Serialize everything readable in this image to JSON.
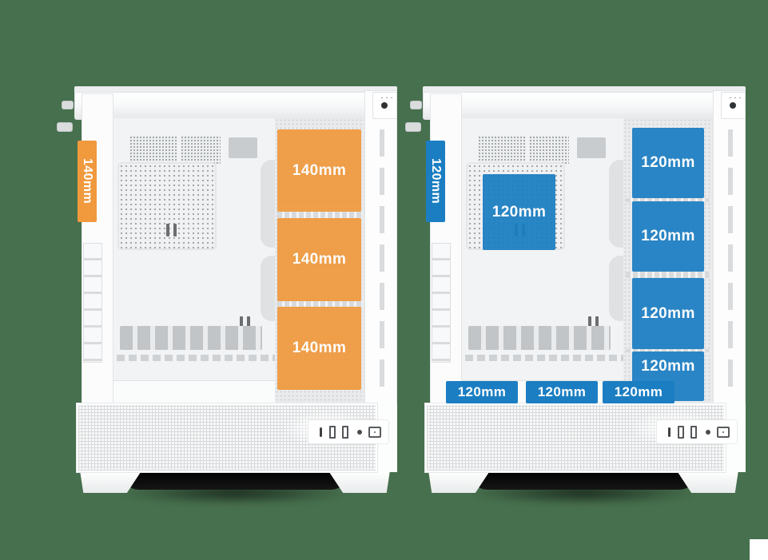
{
  "background_color": "#47704E",
  "cases": [
    {
      "id": "case-140",
      "accent_color": "#F0993D",
      "labels": {
        "rear": "140mm",
        "front": [
          "140mm",
          "140mm",
          "140mm"
        ]
      }
    },
    {
      "id": "case-120",
      "accent_color": "#1B7EC2",
      "labels": {
        "rear": "120mm",
        "side": "120mm",
        "front": [
          "120mm",
          "120mm",
          "120mm",
          "120mm"
        ],
        "bottom": [
          "120mm",
          "120mm",
          "120mm"
        ]
      }
    }
  ],
  "io_ports": [
    "usb-c",
    "usb-a",
    "usb-a",
    "audio-jack",
    "power-button"
  ]
}
